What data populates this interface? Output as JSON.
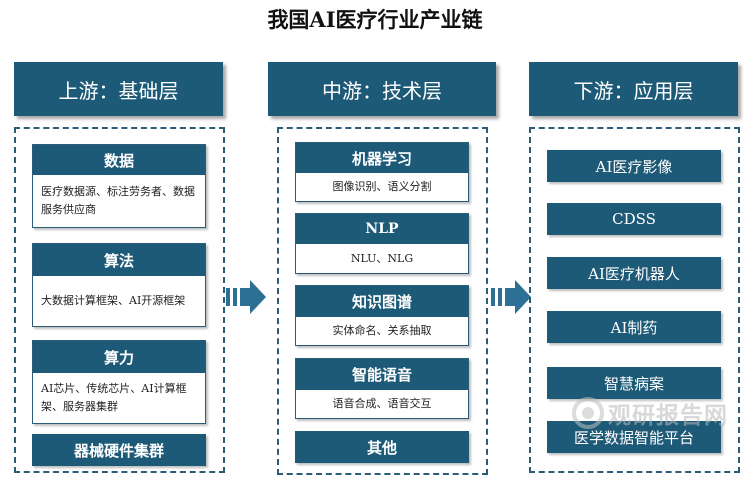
{
  "title": "我国AI医疗行业产业链",
  "columns": {
    "upstream": {
      "header": "上游：基础层",
      "boxes": [
        {
          "title": "数据",
          "desc": "医疗数据源、标注劳务者、数据服务供应商"
        },
        {
          "title": "算法",
          "desc": "大数据计算框架、AI开源框架"
        },
        {
          "title": "算力",
          "desc": "AI芯片、传统芯片、AI计算框架、服务器集群"
        }
      ],
      "bar": "器械硬件集群"
    },
    "midstream": {
      "header": "中游：技术层",
      "boxes": [
        {
          "title": "机器学习",
          "desc": "图像识别、语义分割"
        },
        {
          "title": "NLP",
          "desc": "NLU、NLG"
        },
        {
          "title": "知识图谱",
          "desc": "实体命名、关系抽取"
        },
        {
          "title": "智能语音",
          "desc": "语音合成、语音交互"
        }
      ],
      "bar": "其他"
    },
    "downstream": {
      "header": "下游：应用层",
      "items": [
        "AI医疗影像",
        "CDSS",
        "AI医疗机器人",
        "AI制药",
        "智慧病案",
        "医学数据智能平台"
      ]
    }
  },
  "watermark": "观研报告网",
  "colors": {
    "primary": "#1d5a78",
    "arrow": "#2e6f95"
  }
}
